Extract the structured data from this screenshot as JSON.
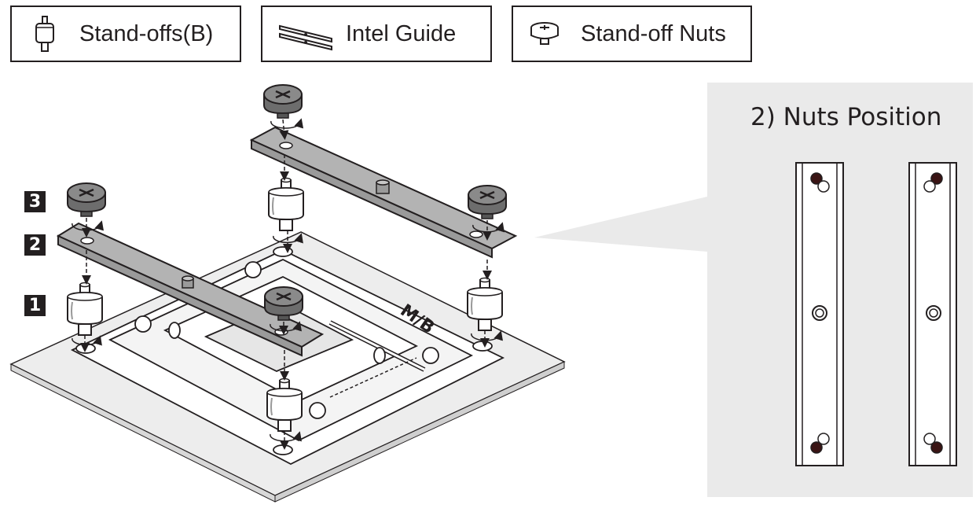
{
  "parts": [
    {
      "label": "Stand-offs(B)",
      "icon": "standoff-icon"
    },
    {
      "label": "Intel Guide",
      "icon": "intel-guide-icon"
    },
    {
      "label": "Stand-off Nuts",
      "icon": "standoff-nut-icon"
    }
  ],
  "steps": [
    "1",
    "2",
    "3"
  ],
  "board_marks": {
    "mb": "M/B"
  },
  "nuts_panel": {
    "title": "2) Nuts Position"
  },
  "colors": {
    "ink": "#231f20",
    "panel_bg": "#eaeaea",
    "guide_fill": "#b3b3b3",
    "nut_fill": "#7a7a7a"
  }
}
